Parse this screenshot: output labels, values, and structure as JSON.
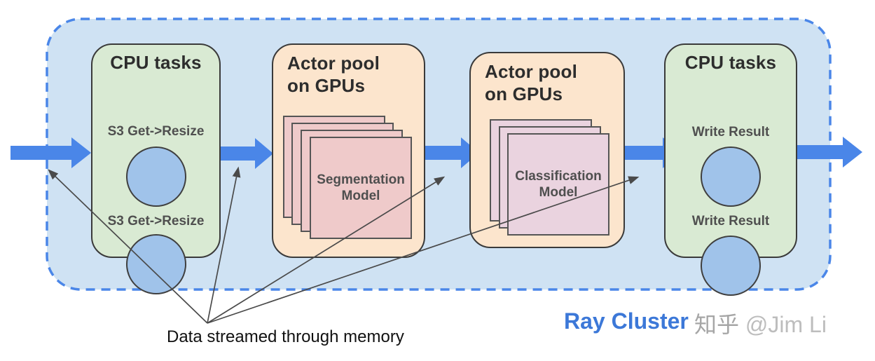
{
  "cluster": {
    "label": "Ray Cluster"
  },
  "stages": [
    {
      "title": "CPU tasks",
      "tasks": [
        "S3 Get->Resize",
        "S3 Get->Resize"
      ]
    },
    {
      "title": "Actor pool on GPUs",
      "model": "Segmentation Model",
      "actor_count": 4
    },
    {
      "title": "Actor pool on GPUs",
      "model": "Classification Model",
      "actor_count": 3
    },
    {
      "title": "CPU tasks",
      "tasks": [
        "Write Result",
        "Write Result"
      ]
    }
  ],
  "annotation": {
    "label": "Data streamed through memory"
  },
  "watermark": {
    "site": "知乎",
    "user": "@Jim Li"
  },
  "colors": {
    "cluster_fill": "#cfe2f3",
    "cluster_border": "#4a86e8",
    "cpu_box_fill": "#d9ead3",
    "gpu_box_fill": "#fce5cd",
    "segmentation_square_fill": "#efcaca",
    "classification_square_fill": "#ead3df",
    "task_circle_fill": "#a0c3ea",
    "flow_arrow": "#4a86e8",
    "thin_arrow": "#4a4a4a",
    "cluster_label_color": "#3c78d8"
  }
}
